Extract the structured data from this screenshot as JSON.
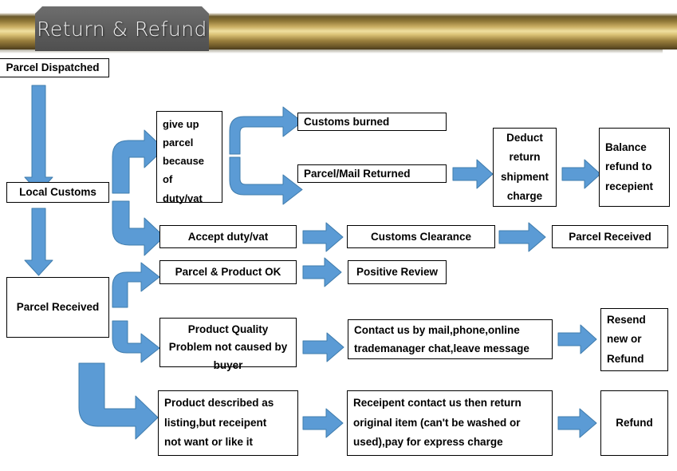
{
  "banner": {
    "title": "Return & Refund",
    "bar_color": "#c9ad62",
    "ribbon_color": "#5f5f5f",
    "title_color": "#efefef"
  },
  "theme": {
    "arrow_fill": "#5b9bd5",
    "arrow_stroke": "#3f7cad",
    "node_border": "#000000",
    "node_background": "#ffffff",
    "text_color": "#000000"
  },
  "flowchart": {
    "type": "flow-diagram",
    "nodes": {
      "parcel_dispatched": "Parcel Dispatched",
      "local_customs": "Local Customs",
      "give_up_parcel": "give up parcel because of duty/vat",
      "customs_burned": "Customs burned",
      "parcel_mail_returned": "Parcel/Mail Returned",
      "deduct_return_shipment_charge": "Deduct return shipment charge",
      "balance_refund_to_recepient": "Balance refund to recepient",
      "accept_duty_vat": "Accept duty/vat",
      "customs_clearance": "Customs Clearance",
      "parcel_received_top": "Parcel Received",
      "parcel_received_left": "Parcel Received",
      "parcel_product_ok": "Parcel & Product OK",
      "positive_review": "Positive Review",
      "product_quality_problem": "Product Quality Problem not caused by buyer",
      "contact_us": "Contact us by mail,phone,online trademanager chat,leave message",
      "resend_new_or_refund": "Resend new or Refund",
      "product_described_as_listing": "Product described as listing,but receipent not want or like it",
      "receipent_contact_us": "Receipent contact us then return original item (can't be washed or used),pay for express charge",
      "refund": "Refund"
    },
    "node_lines": {
      "give_up_parcel": [
        "give up",
        "parcel",
        "because",
        "of",
        "duty/vat"
      ],
      "deduct_return_shipment_charge": [
        "Deduct",
        "return",
        "shipment",
        "charge"
      ],
      "balance_refund_to_recepient": [
        "Balance",
        "refund to",
        "recepient"
      ],
      "product_quality_problem": [
        "Product Quality",
        "Problem not caused by",
        "buyer"
      ],
      "contact_us": [
        "Contact us by mail,phone,online",
        "trademanager chat,leave message"
      ],
      "resend_new_or_refund": [
        "Resend",
        "new or",
        "Refund"
      ],
      "product_described_as_listing": [
        "Product described as",
        "listing,but receipent",
        "not want or like it"
      ],
      "receipent_contact_us": [
        "Receipent contact us then return",
        "original item (can't be washed or",
        "used),pay for express charge"
      ]
    },
    "edges": [
      {
        "from": "parcel_dispatched",
        "to": "local_customs",
        "kind": "down-arrow"
      },
      {
        "from": "local_customs",
        "to": "give_up_parcel",
        "kind": "elbow-up-right"
      },
      {
        "from": "local_customs",
        "to": "accept_duty_vat",
        "kind": "elbow-down-right"
      },
      {
        "from": "give_up_parcel",
        "to": "customs_burned",
        "kind": "split-bracket"
      },
      {
        "from": "give_up_parcel",
        "to": "parcel_mail_returned",
        "kind": "split-bracket"
      },
      {
        "from": "parcel_mail_returned",
        "to": "deduct_return_shipment_charge",
        "kind": "right-arrow"
      },
      {
        "from": "deduct_return_shipment_charge",
        "to": "balance_refund_to_recepient",
        "kind": "right-arrow"
      },
      {
        "from": "accept_duty_vat",
        "to": "customs_clearance",
        "kind": "right-arrow"
      },
      {
        "from": "customs_clearance",
        "to": "parcel_received_top",
        "kind": "right-arrow"
      },
      {
        "from": "local_customs",
        "to": "parcel_received_left",
        "kind": "down-arrow"
      },
      {
        "from": "parcel_received_left",
        "to": "parcel_product_ok",
        "kind": "elbow-up-right"
      },
      {
        "from": "parcel_product_ok",
        "to": "positive_review",
        "kind": "right-arrow"
      },
      {
        "from": "parcel_received_left",
        "to": "product_quality_problem",
        "kind": "elbow-down-right"
      },
      {
        "from": "product_quality_problem",
        "to": "contact_us",
        "kind": "right-arrow"
      },
      {
        "from": "contact_us",
        "to": "resend_new_or_refund",
        "kind": "right-arrow"
      },
      {
        "from": "parcel_received_left",
        "to": "product_described_as_listing",
        "kind": "elbow-long-down-right"
      },
      {
        "from": "product_described_as_listing",
        "to": "receipent_contact_us",
        "kind": "right-arrow"
      },
      {
        "from": "receipent_contact_us",
        "to": "refund",
        "kind": "right-arrow"
      }
    ]
  }
}
